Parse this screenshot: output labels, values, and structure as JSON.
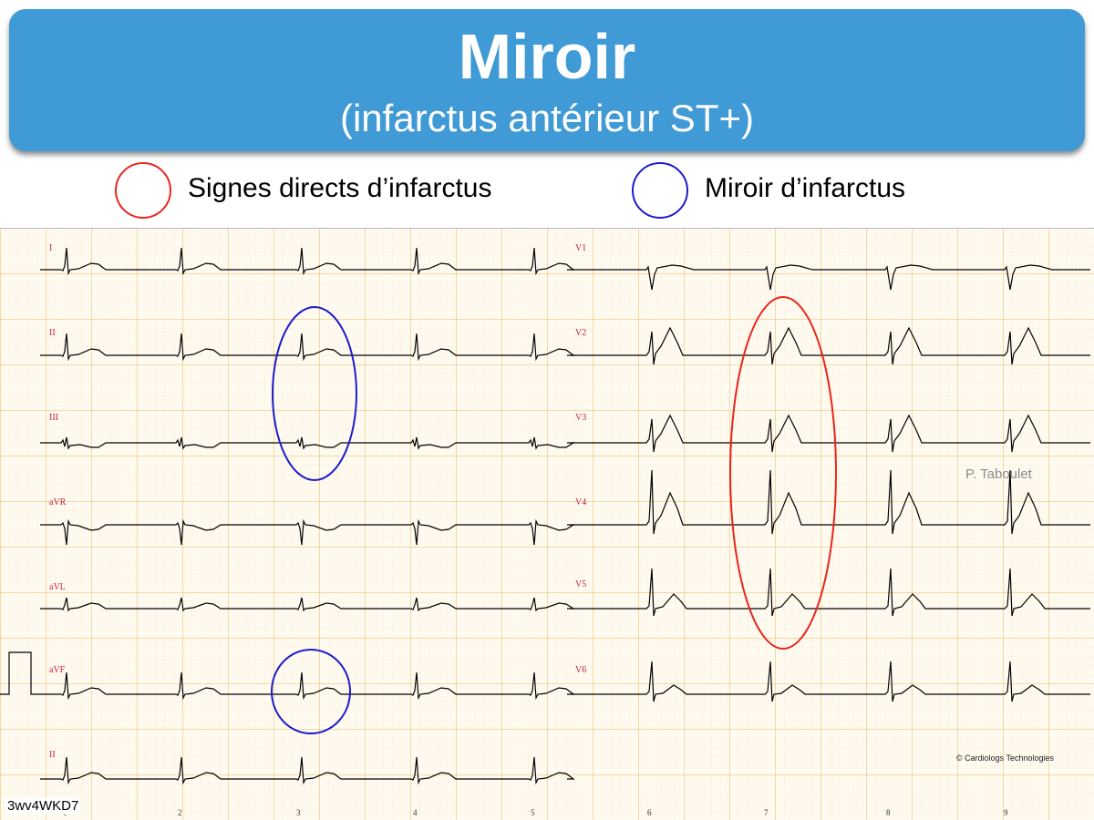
{
  "header": {
    "title": "Miroir",
    "subtitle": "(infarctus antérieur ST+)"
  },
  "legend": {
    "direct_label": "Signes directs d’infarctus",
    "mirror_label": "Miroir d’infarctus"
  },
  "ecg": {
    "left_leads": [
      {
        "name": "I",
        "pattern": "std"
      },
      {
        "name": "II",
        "pattern": "std"
      },
      {
        "name": "III",
        "pattern": "inv"
      },
      {
        "name": "aVR",
        "pattern": "neg"
      },
      {
        "name": "aVL",
        "pattern": "small"
      },
      {
        "name": "aVF",
        "pattern": "std"
      },
      {
        "name": "II",
        "pattern": "std"
      }
    ],
    "right_leads": [
      {
        "name": "V1",
        "pattern": "qs"
      },
      {
        "name": "V2",
        "pattern": "st"
      },
      {
        "name": "V3",
        "pattern": "st"
      },
      {
        "name": "V4",
        "pattern": "st_tall"
      },
      {
        "name": "V5",
        "pattern": "tall"
      },
      {
        "name": "V6",
        "pattern": "mid"
      }
    ],
    "seconds": [
      "1",
      "2",
      "3",
      "4",
      "5",
      "6",
      "7",
      "8",
      "9"
    ],
    "author": "P. Taboulet",
    "copyright": "© Cardiologs Technologies",
    "image_id": "3wv4WKD7"
  },
  "colors": {
    "banner": "#3f9ad5",
    "grid_major": "#e6b85c",
    "grid_minor": "#f1dcaa",
    "trace": "#000000",
    "lead_label": "#c8203c",
    "direct_signs": "#e8261c",
    "mirror": "#1c1ccc"
  }
}
